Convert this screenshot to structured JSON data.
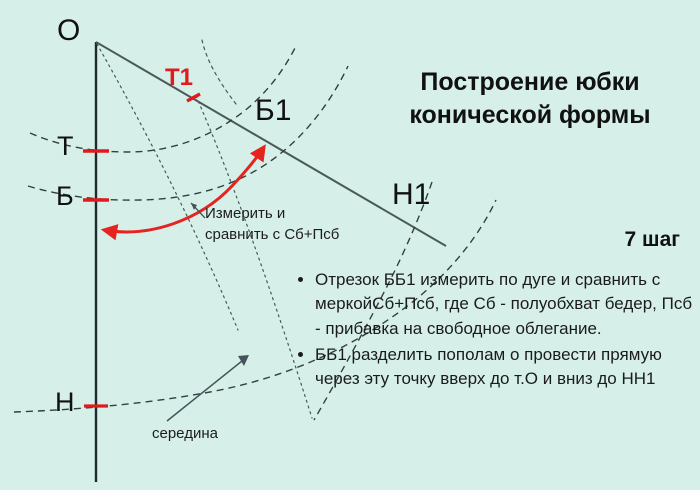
{
  "background_color": "#d6f0e9",
  "title": {
    "line1": "Построение юбки",
    "line2": "конической формы"
  },
  "step_badge": "7 шаг",
  "point_labels": {
    "o": "О",
    "t": "Т",
    "b": "Б",
    "n": "Н",
    "t1": "Т1",
    "b1": "Б1",
    "n1": "Н1"
  },
  "annotations": {
    "measure_line1": "Измерить и",
    "measure_line2": "сравнить с Сб+Псб",
    "middle": "середина"
  },
  "bullets": [
    "Отрезок ББ1 измерить по дуге и сравнить с меркойСб+Псб, где Сб - полуобхват бедер, Псб - прибавка на свободное облегание.",
    "ББ1 разделить пополам о провести прямую через эту точку вверх до т.О и вниз до НН1"
  ],
  "colors": {
    "accent_red": "#e01b1b",
    "line_dark": "#2b3a3a",
    "text": "#111111"
  }
}
